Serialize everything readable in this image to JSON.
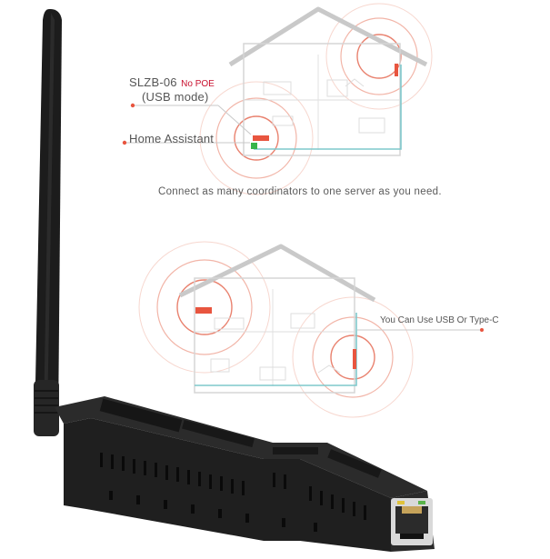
{
  "labels": {
    "coordinator_model": "SLZB-06",
    "no_poe": "No POE",
    "usb_mode": "(USB mode)",
    "home_assistant": "Home Assistant",
    "caption": "Connect as many coordinators to one server as you need.",
    "usb_note": "You Can Use USB Or Type-C"
  },
  "colors": {
    "house_outline": "#c9c9c9",
    "floor_line": "#7ec8cc",
    "signal_ring": "#f2b5a8",
    "signal_core": "#e8553f",
    "accent_red": "#c8102e",
    "device_body": "#1f1f1f"
  },
  "icons": {
    "house": "house-outline",
    "device": "zigbee-coordinator",
    "antenna": "antenna",
    "ethernet_port": "rj45-port"
  }
}
